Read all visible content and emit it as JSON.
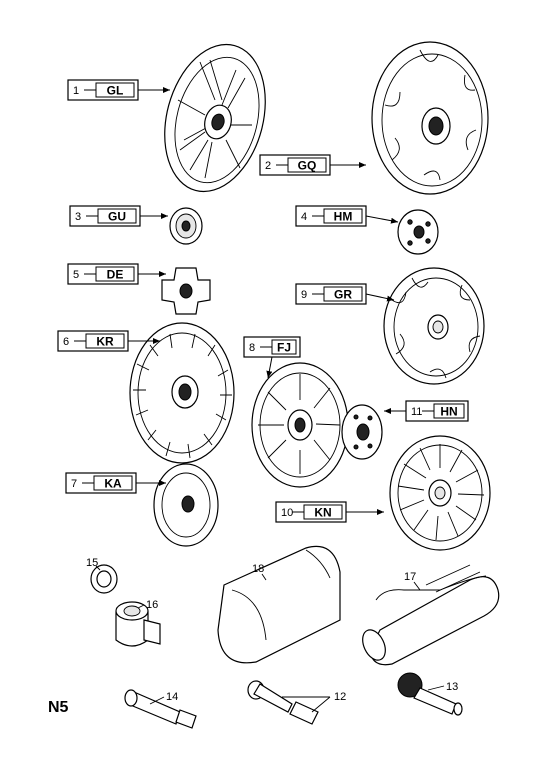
{
  "page": {
    "section_code": "N5"
  },
  "callouts": [
    {
      "num": "1",
      "code": "GL"
    },
    {
      "num": "2",
      "code": "GQ"
    },
    {
      "num": "3",
      "code": "GU"
    },
    {
      "num": "4",
      "code": "HM"
    },
    {
      "num": "5",
      "code": "DE"
    },
    {
      "num": "6",
      "code": "KR"
    },
    {
      "num": "7",
      "code": "KA"
    },
    {
      "num": "8",
      "code": "FJ"
    },
    {
      "num": "9",
      "code": "GR"
    },
    {
      "num": "10",
      "code": "KN"
    },
    {
      "num": "11",
      "code": "HN"
    }
  ],
  "plain_labels": [
    "12",
    "13",
    "14",
    "15",
    "16",
    "17",
    "18"
  ]
}
